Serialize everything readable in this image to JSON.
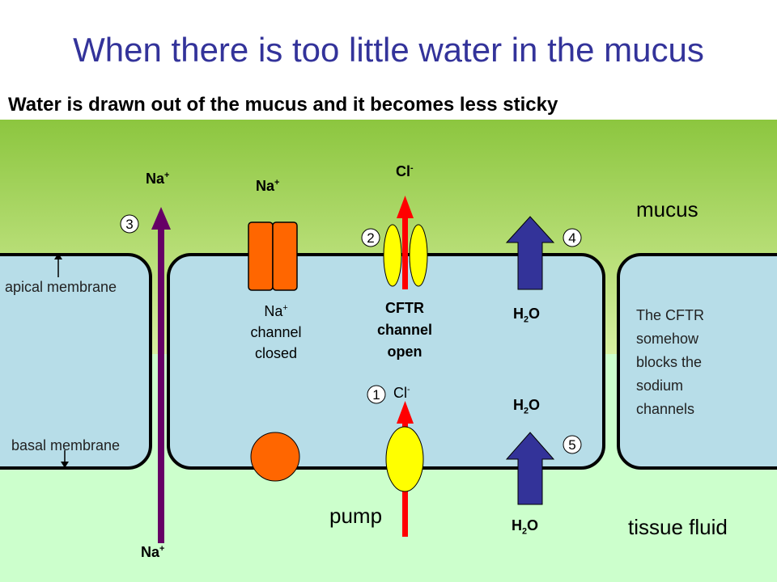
{
  "title": "When there is too little water in the mucus",
  "subtitle": "Water is drawn out of the mucus and it becomes less sticky",
  "labels": {
    "mucus": "mucus",
    "tissue_fluid": "tissue fluid",
    "apical_membrane": "apical membrane",
    "basal_membrane": "basal membrane",
    "pump": "pump",
    "na_channel_closed": [
      "Na",
      "channel",
      "closed"
    ],
    "cftr": [
      "CFTR",
      "channel",
      "open"
    ],
    "cftr_note": [
      "The CFTR",
      "somehow",
      "blocks the",
      "sodium",
      "channels"
    ],
    "na": "Na",
    "plus": "+",
    "cl": "Cl",
    "minus": "-",
    "h": "H",
    "two": "2",
    "o": "O"
  },
  "steps": [
    "1",
    "2",
    "3",
    "4",
    "5"
  ],
  "colors": {
    "title": "#33339a",
    "mucus_top": "#8cc63f",
    "mucus_bottom": "#d8f0a0",
    "tissue_fluid": "#ccffcc",
    "cell": "#b7dde8",
    "na_channel": "#ff6600",
    "cftr": "#ffff00",
    "cl_arrow": "#ff0000",
    "na_arrow": "#660066",
    "water_arrow": "#333399"
  }
}
